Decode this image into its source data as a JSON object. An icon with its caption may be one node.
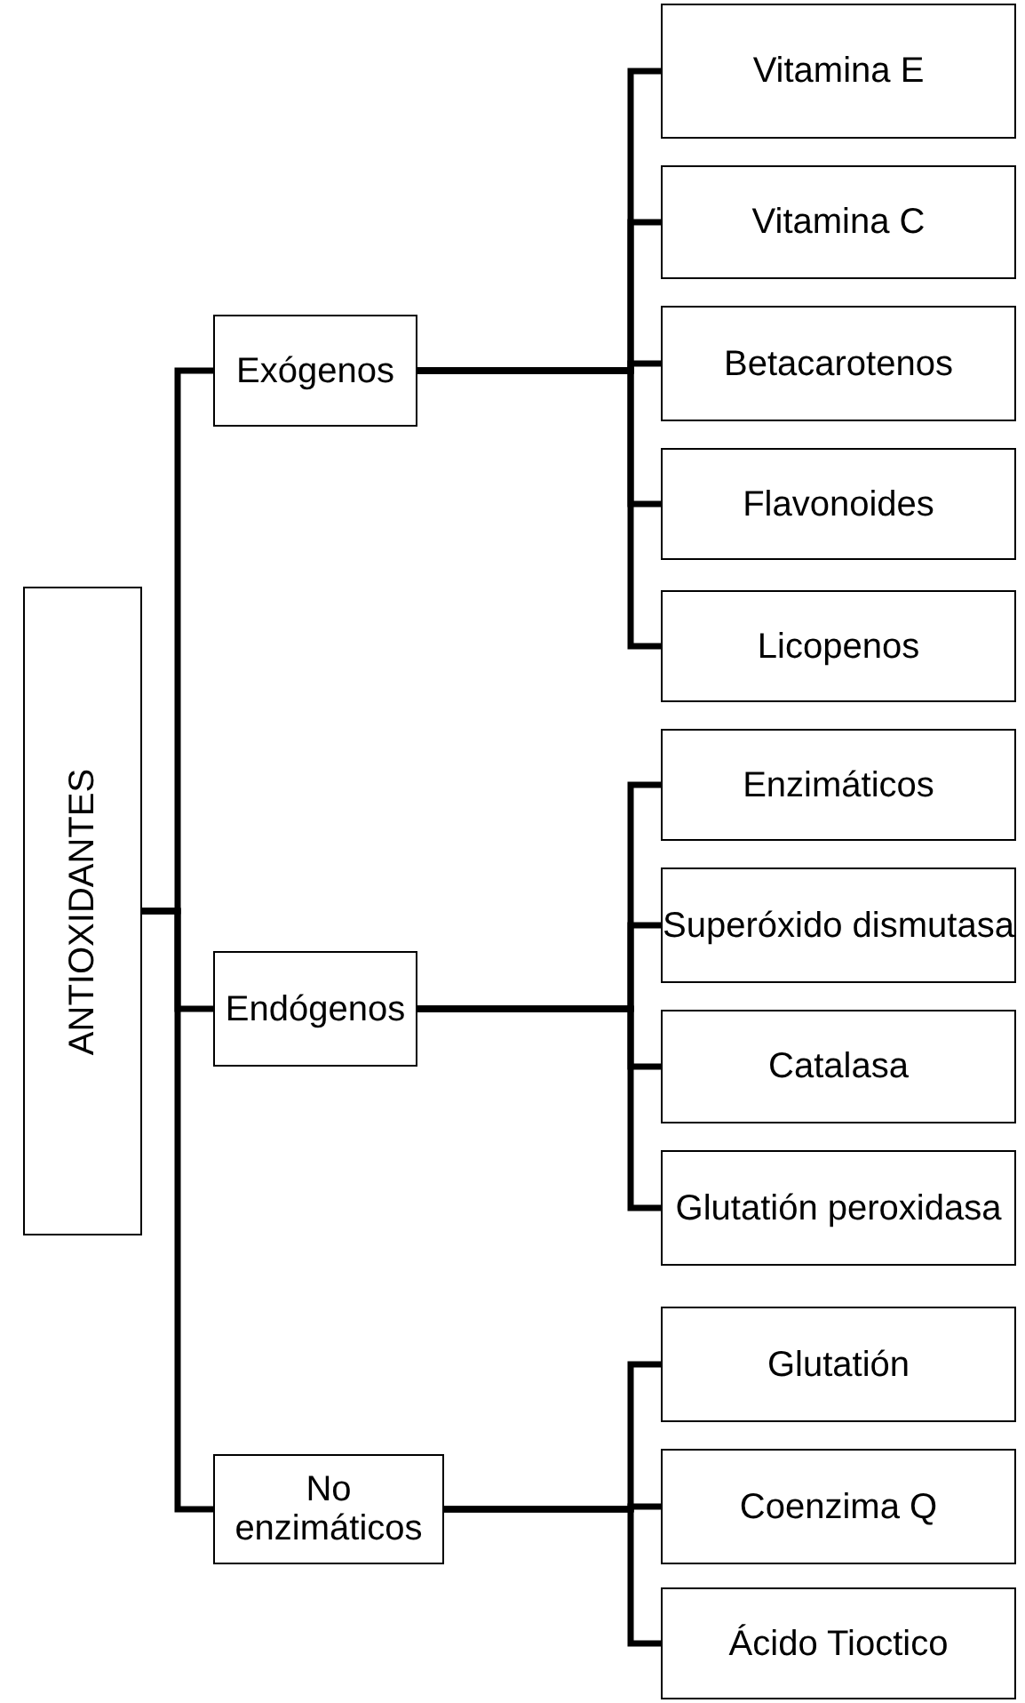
{
  "diagram": {
    "nodes": [
      {
        "text": [
          "ANTIOXIDANTES"
        ]
      },
      {
        "text": [
          "Exógenos"
        ]
      },
      {
        "text": [
          "Vitamina E"
        ]
      },
      {
        "text": [
          "Vitamina C"
        ]
      },
      {
        "text": [
          "Betacarotenos"
        ]
      },
      {
        "text": [
          "Flavonoides"
        ]
      },
      {
        "text": [
          "Licopenos"
        ]
      },
      {
        "text": [
          "Endógenos"
        ]
      },
      {
        "text": [
          "Enzimáticos"
        ]
      },
      {
        "text": [
          "Superóxido dismutasa"
        ]
      },
      {
        "text": [
          "Catalasa"
        ]
      },
      {
        "text": [
          "Glutatión peroxidasa"
        ]
      },
      {
        "text": [
          "No enzimáticos"
        ]
      },
      {
        "text": [
          "Glutatión"
        ]
      },
      {
        "text": [
          "Coenzima Q"
        ]
      },
      {
        "text": [
          "Ácido Tioctico"
        ]
      }
    ],
    "edges": [
      {
        "from": 0,
        "to": 1,
        "arrow": "none"
      },
      {
        "from": 0,
        "to": 7,
        "arrow": "none"
      },
      {
        "from": 0,
        "to": 12,
        "arrow": "none"
      },
      {
        "from": 1,
        "to": 2,
        "arrow": "none"
      },
      {
        "from": 1,
        "to": 3,
        "arrow": "none"
      },
      {
        "from": 1,
        "to": 4,
        "arrow": "none"
      },
      {
        "from": 1,
        "to": 5,
        "arrow": "none"
      },
      {
        "from": 1,
        "to": 6,
        "arrow": "none"
      },
      {
        "from": 7,
        "to": 8,
        "arrow": "none"
      },
      {
        "from": 7,
        "to": 9,
        "arrow": "none"
      },
      {
        "from": 7,
        "to": 10,
        "arrow": "none"
      },
      {
        "from": 7,
        "to": 11,
        "arrow": "none"
      },
      {
        "from": 12,
        "to": 13,
        "arrow": "none"
      },
      {
        "from": 12,
        "to": 14,
        "arrow": "none"
      },
      {
        "from": 12,
        "to": 15,
        "arrow": "none"
      }
    ]
  }
}
